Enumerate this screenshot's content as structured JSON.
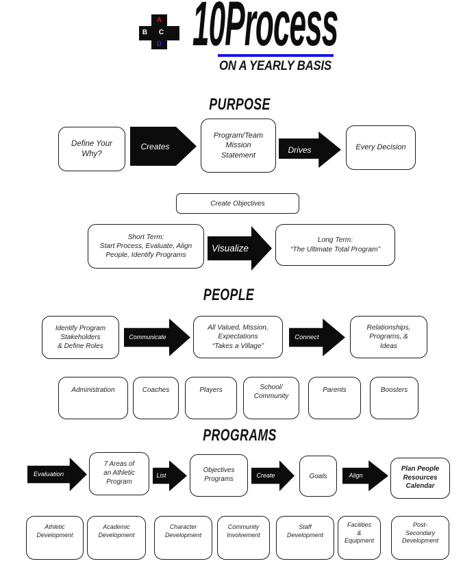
{
  "colors": {
    "underline_blue": "#1414f0",
    "letter_red": "#e01a1a",
    "letter_blue": "#2b2bdd",
    "arrow_black": "#0c0c0c"
  },
  "logo": {
    "letters": {
      "top": "A",
      "left": "B",
      "right": "C",
      "bottom": "D"
    },
    "title_number": "10",
    "title_word": "Process",
    "subtitle": "ON A YEARLY BASIS"
  },
  "purpose": {
    "heading": "PURPOSE",
    "define_why_box": "Define Your\nWhy?",
    "creates_arrow": "Creates",
    "mission_box": "Program/Team\nMission\nStatement",
    "drives_arrow": "Drives",
    "decision_box": "Every Decision",
    "objectives_box": "Create Objectives",
    "short_term_box": "Short Term:\nStart Process, Evaluate, Align\nPeople, Identify Programs",
    "visualize_arrow": "Visualize",
    "long_term_box": "Long Term:\n“The Ultimate Total Program”"
  },
  "people": {
    "heading": "PEOPLE",
    "stakeholders_box": "Identify Program\nStakeholders\n& Define Roles",
    "communicate_arrow": "Communicate",
    "valued_box": "All Valued, Mission,\nExpectations\n“Takes a Village”",
    "connect_arrow": "Connect",
    "relationships_box": "Relationships,\nPrograms, &\nIdeas",
    "groups": [
      "Administration",
      "Coaches",
      "Players",
      "School/\nCommunity",
      "Parents",
      "Boosters"
    ]
  },
  "programs": {
    "heading": "PROGRAMS",
    "evaluation_arrow": "Evaluation",
    "seven_areas_box": "7 Areas of\nan Athletic\nProgram",
    "list_arrow": "List",
    "objectives_programs_box": "Objectives\nPrograms",
    "create_arrow": "Create",
    "goals_box": "Goals",
    "align_arrow": "Align",
    "plan_box": "Plan People\nResources\nCalendar",
    "areas": [
      "Athletic\nDevelopment",
      "Academic\nDevelopment",
      "Character\nDevelopment",
      "Community\nInvolvement",
      "Staff\nDevelopment",
      "Facilities\n&\nEquipment",
      "Post-\nSecondary\nDevelopment"
    ]
  }
}
